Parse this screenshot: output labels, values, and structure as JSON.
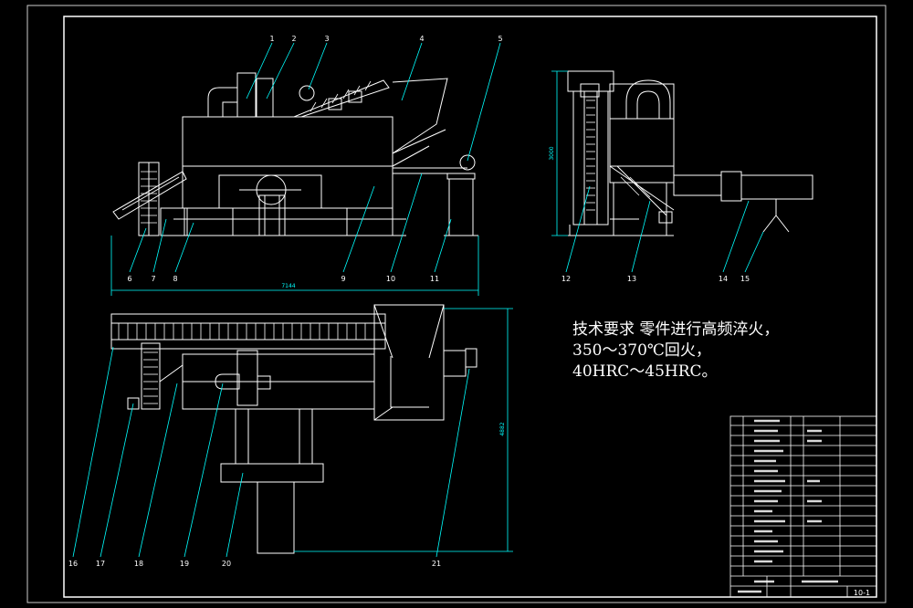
{
  "callouts": {
    "c1": "1",
    "c2": "2",
    "c3": "3",
    "c4": "4",
    "c5": "5",
    "c6": "6",
    "c7": "7",
    "c8": "8",
    "c9": "9",
    "c10": "10",
    "c11": "11",
    "c12": "12",
    "c13": "13",
    "c14": "14",
    "c15": "15",
    "c16": "16",
    "c17": "17",
    "c18": "18",
    "c19": "19",
    "c20": "20",
    "c21": "21"
  },
  "dimensions": {
    "front_length": "7144",
    "side_height": "3000",
    "top_depth": "4882"
  },
  "notes": {
    "line1": "技术要求  零件进行高频淬火，",
    "line2": "350～370℃回火，",
    "line3": "40HRC～45HRC。"
  },
  "title_block": {
    "drawing_number": "10-1"
  },
  "colors": {
    "background": "#000000",
    "frame": "#ffffff",
    "geometry": "#ffffff",
    "leader": "#00ffff",
    "dimension": "#00ffff"
  }
}
